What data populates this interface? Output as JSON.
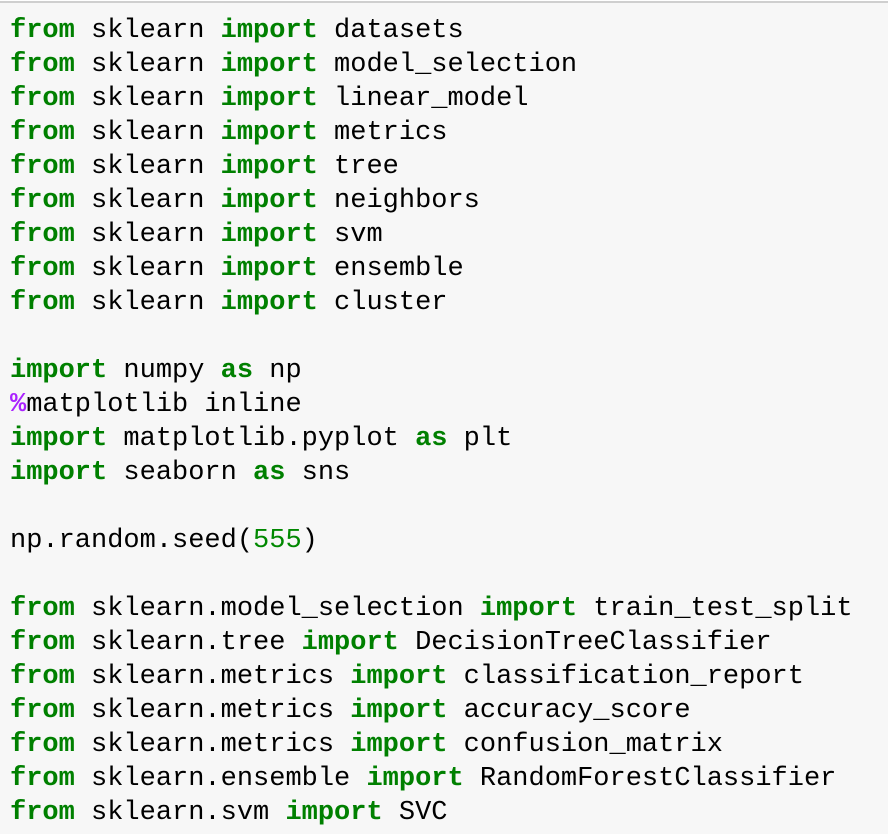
{
  "cell": {
    "kind": "jupyter-code-cell-input",
    "language": "python",
    "colors": {
      "background": "#f7f7f7",
      "border": "#cfcfcf",
      "text": "#000000",
      "keyword": "#008000",
      "number": "#008800",
      "magic_operator": "#AA22FF"
    },
    "lines": [
      [
        [
          "kw",
          "from"
        ],
        [
          "pl",
          " sklearn "
        ],
        [
          "kw",
          "import"
        ],
        [
          "pl",
          " datasets"
        ]
      ],
      [
        [
          "kw",
          "from"
        ],
        [
          "pl",
          " sklearn "
        ],
        [
          "kw",
          "import"
        ],
        [
          "pl",
          " model_selection"
        ]
      ],
      [
        [
          "kw",
          "from"
        ],
        [
          "pl",
          " sklearn "
        ],
        [
          "kw",
          "import"
        ],
        [
          "pl",
          " linear_model"
        ]
      ],
      [
        [
          "kw",
          "from"
        ],
        [
          "pl",
          " sklearn "
        ],
        [
          "kw",
          "import"
        ],
        [
          "pl",
          " metrics"
        ]
      ],
      [
        [
          "kw",
          "from"
        ],
        [
          "pl",
          " sklearn "
        ],
        [
          "kw",
          "import"
        ],
        [
          "pl",
          " tree"
        ]
      ],
      [
        [
          "kw",
          "from"
        ],
        [
          "pl",
          " sklearn "
        ],
        [
          "kw",
          "import"
        ],
        [
          "pl",
          " neighbors"
        ]
      ],
      [
        [
          "kw",
          "from"
        ],
        [
          "pl",
          " sklearn "
        ],
        [
          "kw",
          "import"
        ],
        [
          "pl",
          " svm"
        ]
      ],
      [
        [
          "kw",
          "from"
        ],
        [
          "pl",
          " sklearn "
        ],
        [
          "kw",
          "import"
        ],
        [
          "pl",
          " ensemble"
        ]
      ],
      [
        [
          "kw",
          "from"
        ],
        [
          "pl",
          " sklearn "
        ],
        [
          "kw",
          "import"
        ],
        [
          "pl",
          " cluster"
        ]
      ],
      [],
      [
        [
          "kw",
          "import"
        ],
        [
          "pl",
          " numpy "
        ],
        [
          "kw",
          "as"
        ],
        [
          "pl",
          " np"
        ]
      ],
      [
        [
          "op",
          "%"
        ],
        [
          "pl",
          "matplotlib inline"
        ]
      ],
      [
        [
          "kw",
          "import"
        ],
        [
          "pl",
          " matplotlib.pyplot "
        ],
        [
          "kw",
          "as"
        ],
        [
          "pl",
          " plt"
        ]
      ],
      [
        [
          "kw",
          "import"
        ],
        [
          "pl",
          " seaborn "
        ],
        [
          "kw",
          "as"
        ],
        [
          "pl",
          " sns"
        ]
      ],
      [],
      [
        [
          "pl",
          "np.random.seed("
        ],
        [
          "num",
          "555"
        ],
        [
          "pl",
          ")"
        ]
      ],
      [],
      [
        [
          "kw",
          "from"
        ],
        [
          "pl",
          " sklearn.model_selection "
        ],
        [
          "kw",
          "import"
        ],
        [
          "pl",
          " train_test_split"
        ]
      ],
      [
        [
          "kw",
          "from"
        ],
        [
          "pl",
          " sklearn.tree "
        ],
        [
          "kw",
          "import"
        ],
        [
          "pl",
          " DecisionTreeClassifier"
        ]
      ],
      [
        [
          "kw",
          "from"
        ],
        [
          "pl",
          " sklearn.metrics "
        ],
        [
          "kw",
          "import"
        ],
        [
          "pl",
          " classification_report"
        ]
      ],
      [
        [
          "kw",
          "from"
        ],
        [
          "pl",
          " sklearn.metrics "
        ],
        [
          "kw",
          "import"
        ],
        [
          "pl",
          " accuracy_score"
        ]
      ],
      [
        [
          "kw",
          "from"
        ],
        [
          "pl",
          " sklearn.metrics "
        ],
        [
          "kw",
          "import"
        ],
        [
          "pl",
          " confusion_matrix"
        ]
      ],
      [
        [
          "kw",
          "from"
        ],
        [
          "pl",
          " sklearn.ensemble "
        ],
        [
          "kw",
          "import"
        ],
        [
          "pl",
          " RandomForestClassifier"
        ]
      ],
      [
        [
          "kw",
          "from"
        ],
        [
          "pl",
          " sklearn.svm "
        ],
        [
          "kw",
          "import"
        ],
        [
          "pl",
          " SVC"
        ]
      ]
    ]
  }
}
